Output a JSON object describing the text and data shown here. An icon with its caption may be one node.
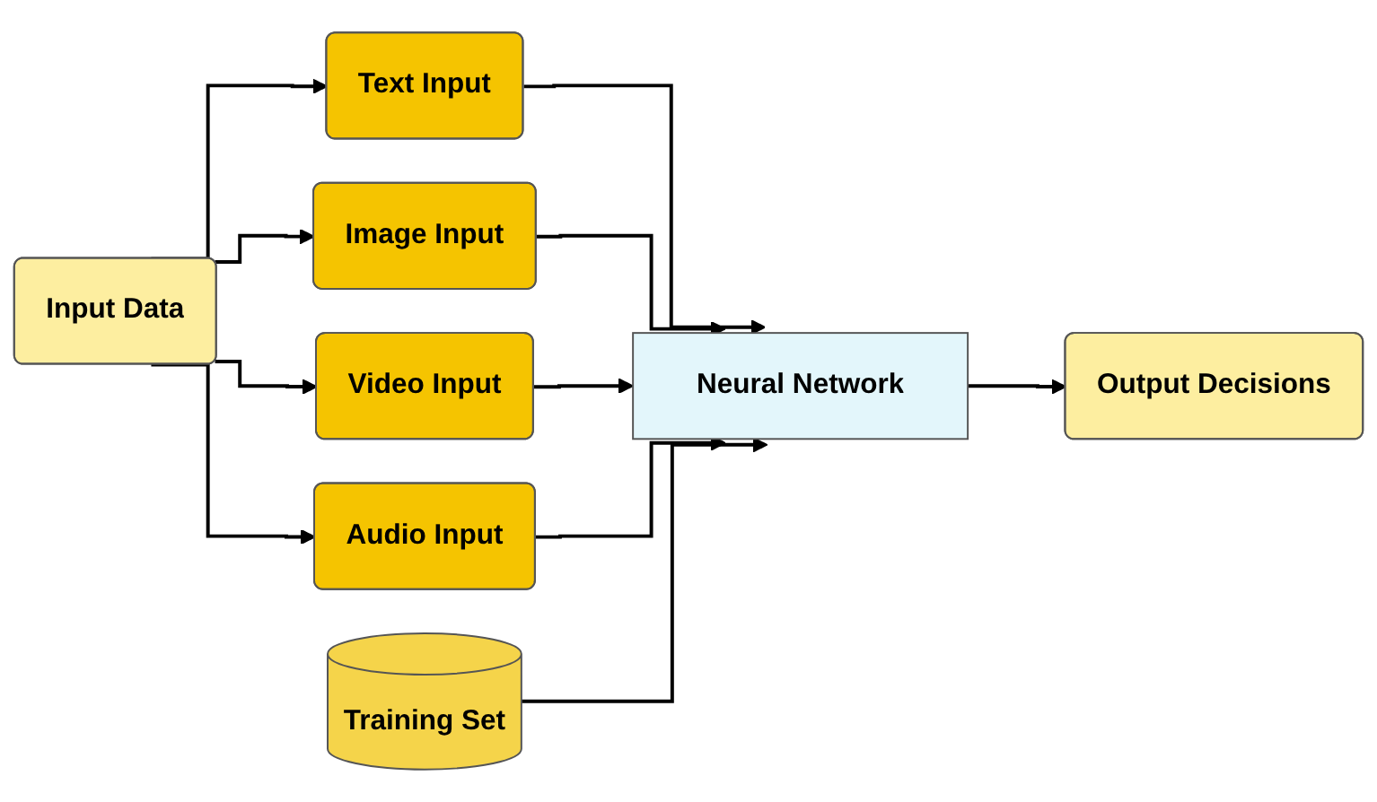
{
  "diagram": {
    "nodes": [
      {
        "text": [
          "Input Data"
        ]
      },
      {
        "text": [
          "Text Input"
        ]
      },
      {
        "text": [
          "Image Input"
        ]
      },
      {
        "text": [
          "Video Input"
        ]
      },
      {
        "text": [
          "Audio Input"
        ]
      },
      {
        "text": [
          "Neural Network"
        ]
      },
      {
        "text": [
          "Output Decisions"
        ]
      },
      {
        "text": [
          "Training Set"
        ]
      }
    ],
    "edges": [
      {
        "from": 0,
        "to": 1,
        "arrow": "to"
      },
      {
        "from": 0,
        "to": 2,
        "arrow": "to"
      },
      {
        "from": 0,
        "to": 3,
        "arrow": "to"
      },
      {
        "from": 0,
        "to": 4,
        "arrow": "to"
      },
      {
        "from": 1,
        "to": 5,
        "arrow": "to"
      },
      {
        "from": 2,
        "to": 5,
        "arrow": "to"
      },
      {
        "from": 3,
        "to": 5,
        "arrow": "to"
      },
      {
        "from": 4,
        "to": 5,
        "arrow": "to"
      },
      {
        "from": 5,
        "to": 6,
        "arrow": "to"
      },
      {
        "from": 7,
        "to": 5,
        "arrow": "to"
      }
    ]
  }
}
